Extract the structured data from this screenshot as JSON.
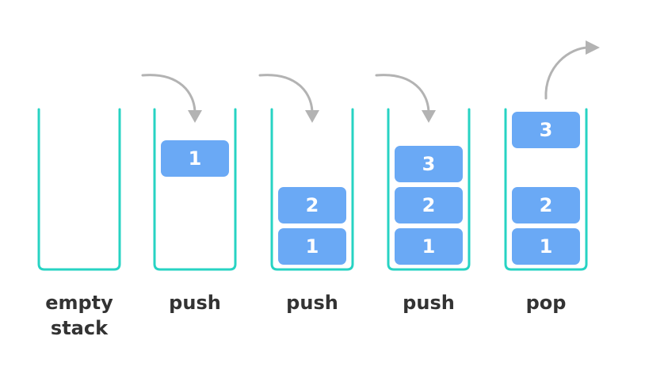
{
  "stages": [
    {
      "caption": [
        "empty",
        "stack"
      ],
      "blocks": [],
      "floating": null,
      "arrow": null
    },
    {
      "caption": [
        "push"
      ],
      "blocks": [],
      "floating": "1",
      "arrow": "in"
    },
    {
      "caption": [
        "push"
      ],
      "blocks": [
        "1",
        "2"
      ],
      "floating": null,
      "arrow": "in"
    },
    {
      "caption": [
        "push"
      ],
      "blocks": [
        "1",
        "2",
        "3"
      ],
      "floating": null,
      "arrow": "in"
    },
    {
      "caption": [
        "pop"
      ],
      "blocks": [
        "1",
        "2"
      ],
      "floating": "3",
      "arrow": "out"
    }
  ],
  "colors": {
    "container": "#27d3c3",
    "block": "#6aa9f5",
    "block_text": "#ffffff",
    "arrow": "#b3b3b3",
    "caption": "#333333"
  }
}
